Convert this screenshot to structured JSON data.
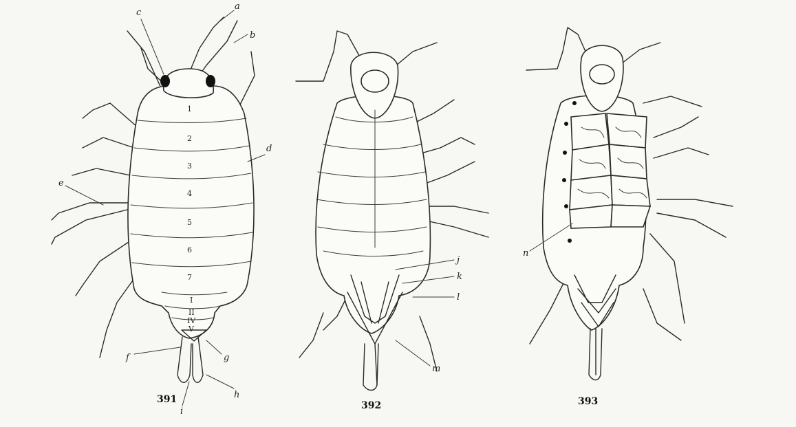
{
  "figures": [
    {
      "number": "391",
      "segments": [
        "1",
        "2",
        "3",
        "4",
        "5",
        "6",
        "7",
        "I",
        "II",
        "IV",
        "V"
      ],
      "labels": {
        "a": "a",
        "b": "b",
        "c": "c",
        "d": "d",
        "e": "e",
        "f": "f",
        "g": "g",
        "h": "h",
        "i": "i"
      }
    },
    {
      "number": "392",
      "labels": {
        "j": "j",
        "k": "k",
        "l": "l",
        "m": "m"
      }
    },
    {
      "number": "393",
      "labels": {
        "n": "n"
      }
    }
  ],
  "colors": {
    "ink": "#2a2a2a",
    "paper": "#f7f7f4"
  }
}
